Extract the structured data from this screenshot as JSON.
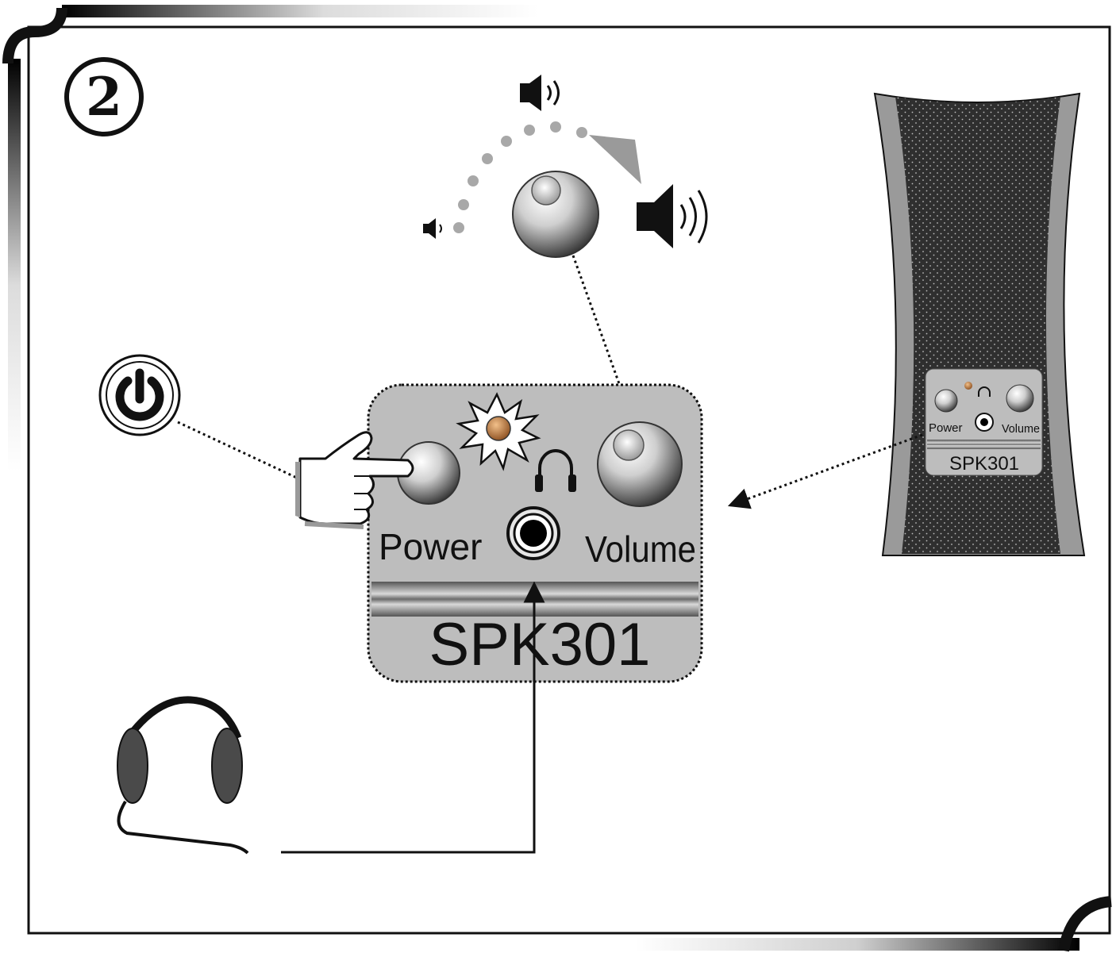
{
  "step_number": "2",
  "panel": {
    "power_label": "Power",
    "volume_label": "Volume",
    "model_label": "SPK301"
  },
  "speaker": {
    "power_label": "Power",
    "volume_label": "Volume",
    "model_label": "SPK301"
  },
  "icons": {
    "power": "power-icon",
    "headphone_jack": "headphone-icon",
    "volume_low": "speaker-low-icon",
    "volume_mid": "speaker-mid-icon",
    "volume_high": "speaker-high-icon",
    "hand": "pointing-hand-icon",
    "led": "led-icon",
    "headphones": "headphones-icon"
  },
  "colors": {
    "panel_gray": "#bdbdbd",
    "speaker_dark": "#2f2f2f",
    "speaker_side": "#9a9a9a",
    "led_orange": "#d08a4a"
  }
}
